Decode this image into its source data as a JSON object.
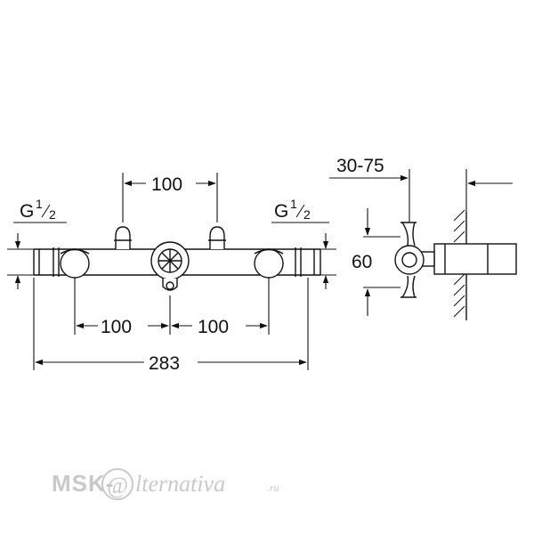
{
  "dimensions": {
    "top_spacing": "100",
    "left_thread_main": "G",
    "left_thread_num": "1",
    "left_thread_den": "2",
    "right_thread_main": "G",
    "right_thread_num": "1",
    "right_thread_den": "2",
    "bottom_left_spacing": "100",
    "bottom_right_spacing": "100",
    "overall_length": "283",
    "depth_range": "30-75",
    "height": "60"
  },
  "watermark": {
    "brand_prefix": "MSK-",
    "brand_symbol": "@",
    "brand_suffix": "lternativa",
    "brand_tld": ".ru"
  }
}
